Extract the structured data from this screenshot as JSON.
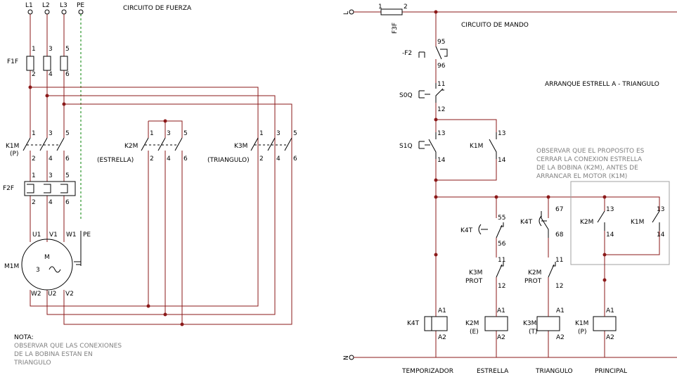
{
  "power": {
    "title": "CIRCUITO DE FUERZA",
    "lines": [
      "L1",
      "L2",
      "L3",
      "PE"
    ],
    "f1f": "F1F",
    "f2f": "F2F",
    "k1m": "K1M",
    "k1m_sub": "(P)",
    "k2m": "K2M",
    "k2m_sub": "(ESTRELLA)",
    "k3m": "K3M",
    "k3m_sub": "(TRIANGULO)",
    "term_top": [
      "1",
      "3",
      "5"
    ],
    "term_bot": [
      "2",
      "4",
      "6"
    ],
    "motor": "M1M",
    "motor_m": "M",
    "motor_phase": "3",
    "motor_top": [
      "U1",
      "V1",
      "W1",
      "PE"
    ],
    "motor_bot": [
      "W2",
      "U2",
      "V2"
    ]
  },
  "note": {
    "heading": "NOTA:",
    "lines": [
      "OBSERVAR QUE LAS CONEXIONES",
      "DE LA BOBINA ESTAN EN",
      "TRIANGULO"
    ]
  },
  "control": {
    "title": "CIRCUITO DE MANDO",
    "subtitle": "ARRANQUE ESTRELL A - TRIANGULO",
    "line_l": "L",
    "line_n": "N",
    "f3f": "F3F",
    "f3f_t1": "1",
    "f3f_t2": "2",
    "f2": "-F2",
    "f2_t1": "95",
    "f2_t2": "96",
    "s0q": "S0Q",
    "s0q_t1": "11",
    "s0q_t2": "12",
    "s1q": "S1Q",
    "s1q_t1": "13",
    "s1q_t2": "14",
    "k1m_hold": "K1M",
    "k1m_hold_t1": "13",
    "k1m_hold_t2": "14",
    "k4t_a": "K4T",
    "k4t_a_t1": "55",
    "k4t_a_t2": "56",
    "k4t_b": "K4T",
    "k4t_b_t1": "67",
    "k4t_b_t2": "68",
    "k3m_prot": "K3M",
    "k2m_prot": "K2M",
    "prot": "PROT",
    "nc_t1": "11",
    "nc_t2": "12",
    "k2m_aux": "K2M",
    "k1m_aux": "K1M",
    "aux_t1": "13",
    "aux_t2": "14",
    "observe": [
      "OBSERVAR QUE EL PROPOSITO ES",
      "CERRAR LA CONEXION ESTRELLA",
      "DE LA BOBINA (K2M), ANTES DE",
      "ARRANCAR EL MOTOR (K1M)"
    ],
    "coil_a1": "A1",
    "coil_a2": "A2",
    "coils": [
      {
        "name": "K4T",
        "sub": ""
      },
      {
        "name": "K2M",
        "sub": "(E)"
      },
      {
        "name": "K3M",
        "sub": "(T)"
      },
      {
        "name": "K1M",
        "sub": "(P)"
      }
    ],
    "captions": [
      "TEMPORIZADOR",
      "ESTRELLA",
      "TRIANGULO",
      "PRINCIPAL"
    ]
  }
}
